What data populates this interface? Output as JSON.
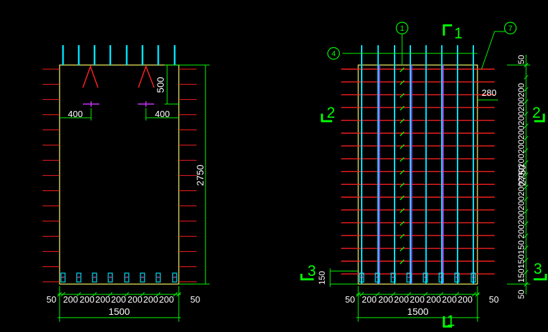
{
  "colors": {
    "background": "#000000",
    "dimension": "#00ff00",
    "outline": "#ffff66",
    "main_rebar": "#00e5ff",
    "stirrup": "#ff2020",
    "tie": "#cc33ff",
    "anchor": "#ff3333",
    "section_mark": "#00ff00",
    "text": "#ffffff"
  },
  "left_view": {
    "dim_500": "500",
    "dim_400_left": "400",
    "dim_400_right": "400",
    "dim_height": "2750",
    "bottom_dims": [
      "50",
      "200",
      "200",
      "200",
      "200",
      "200",
      "200",
      "200",
      "50"
    ],
    "dim_width": "1500"
  },
  "right_view": {
    "callout_1": "1",
    "callout_4": "4",
    "callout_7": "7",
    "section_1_top": "1",
    "section_1_bottom": "1",
    "section_2_left": "2",
    "section_2_right": "2",
    "section_3_left": "3",
    "section_3_right": "3",
    "dim_280": "280",
    "dim_150_left": "150",
    "dim_height": "2750",
    "right_top_50": "50",
    "right_dims_text": "200200200200200200200200200200200",
    "right_lower_text": "150150150",
    "right_bottom_50": "50",
    "bottom_dims": [
      "50",
      "200",
      "200",
      "200",
      "200",
      "200",
      "200",
      "200",
      "50"
    ],
    "dim_width": "1500"
  }
}
